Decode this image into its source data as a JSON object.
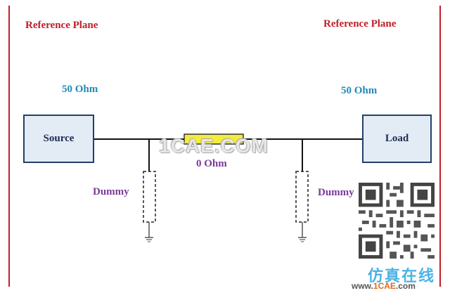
{
  "labels": {
    "ref_left": "Reference Plane",
    "ref_right": "Reference Plane",
    "ohm_left": "50 Ohm",
    "ohm_right": "50 Ohm",
    "ohm_center": "0 Ohm",
    "dummy_left": "Dummy",
    "dummy_right": "Dummy"
  },
  "blocks": {
    "source": "Source",
    "load": "Load"
  },
  "watermark": {
    "main": "1CAE.COM",
    "cn": "仿真在线",
    "url_prefix": "www.",
    "url_brand": "1CAE",
    "url_suffix": ".com"
  },
  "colors": {
    "reference": "#c0202a",
    "ohm": "#1f8bb5",
    "dummy": "#7a3a9a",
    "block_fill": "#e3ebf5",
    "block_border": "#243e6a",
    "line_element": "#f4ec3a"
  }
}
